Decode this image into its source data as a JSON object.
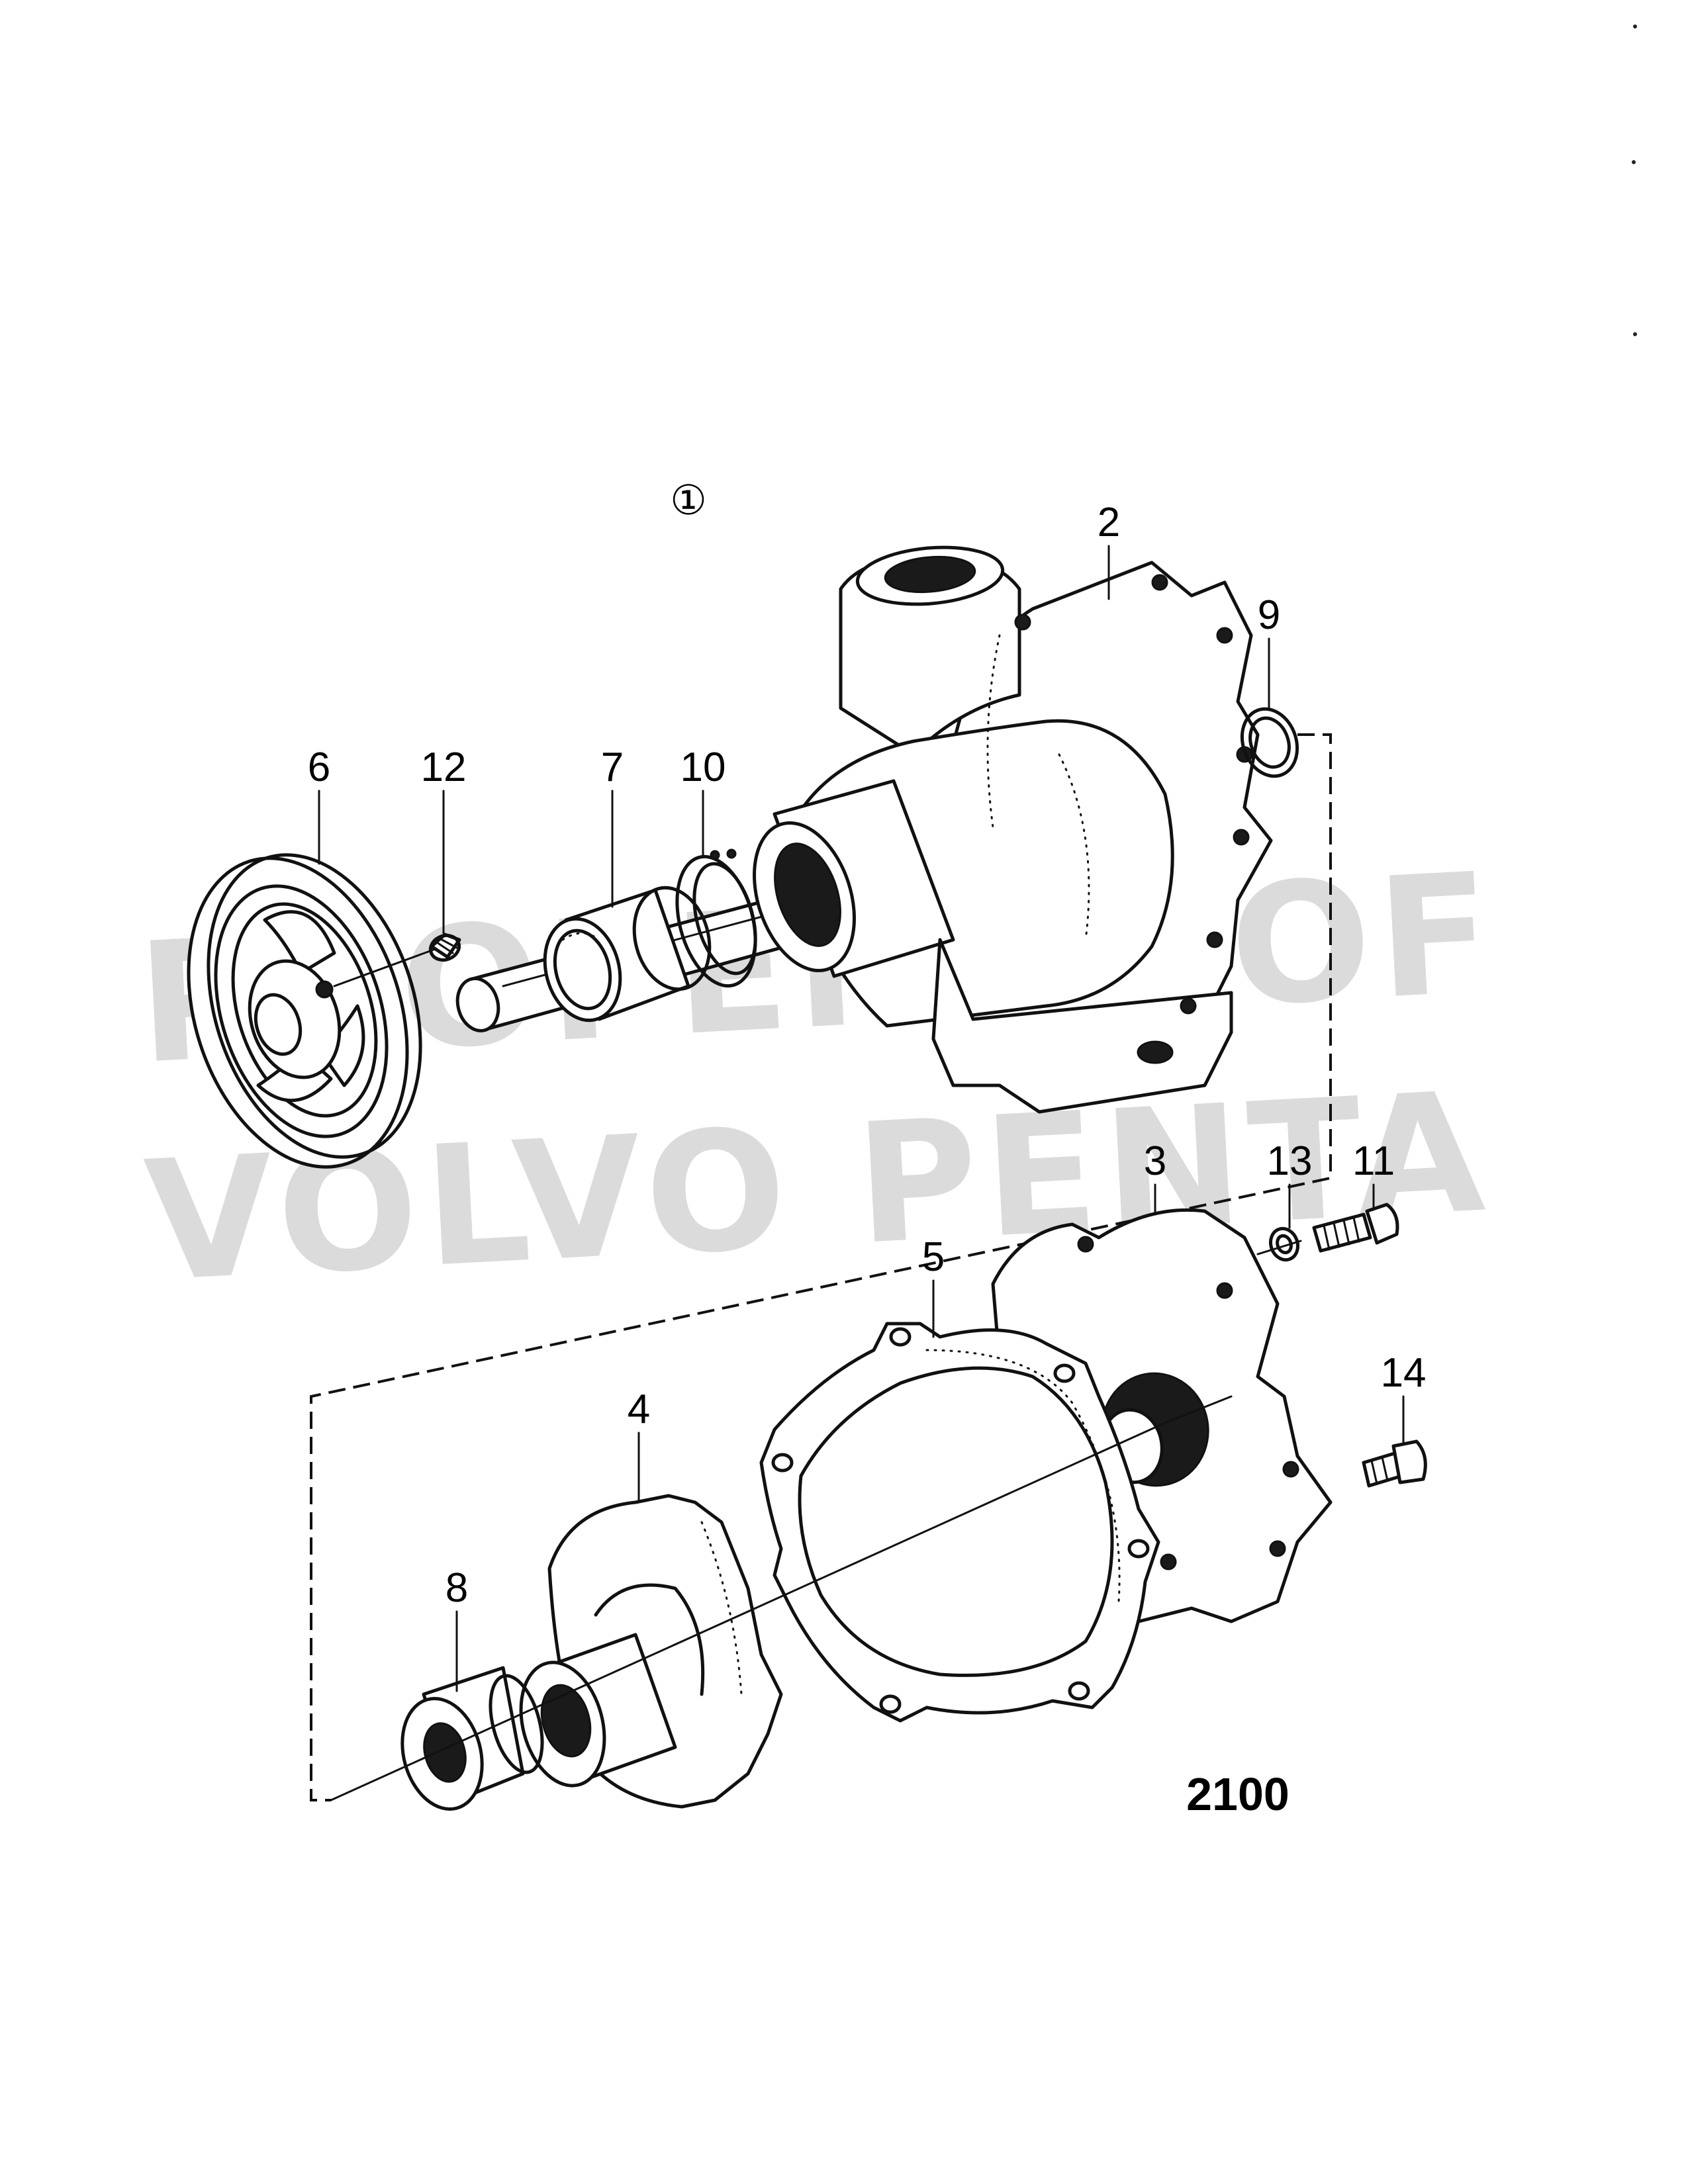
{
  "figure": {
    "variant_marker": "①",
    "drawing_number": "2100"
  },
  "watermark": {
    "line1": "PROPERTY OF",
    "line2": "VOLVO PENTA"
  },
  "callouts": [
    {
      "id": "1",
      "text": "①"
    },
    {
      "id": "2",
      "text": "2"
    },
    {
      "id": "3",
      "text": "3"
    },
    {
      "id": "4",
      "text": "4"
    },
    {
      "id": "5",
      "text": "5"
    },
    {
      "id": "6",
      "text": "6"
    },
    {
      "id": "7",
      "text": "7"
    },
    {
      "id": "8",
      "text": "8"
    },
    {
      "id": "9",
      "text": "9"
    },
    {
      "id": "10",
      "text": "10"
    },
    {
      "id": "11",
      "text": "11"
    },
    {
      "id": "12",
      "text": "12"
    },
    {
      "id": "13",
      "text": "13"
    },
    {
      "id": "14",
      "text": "14"
    }
  ]
}
